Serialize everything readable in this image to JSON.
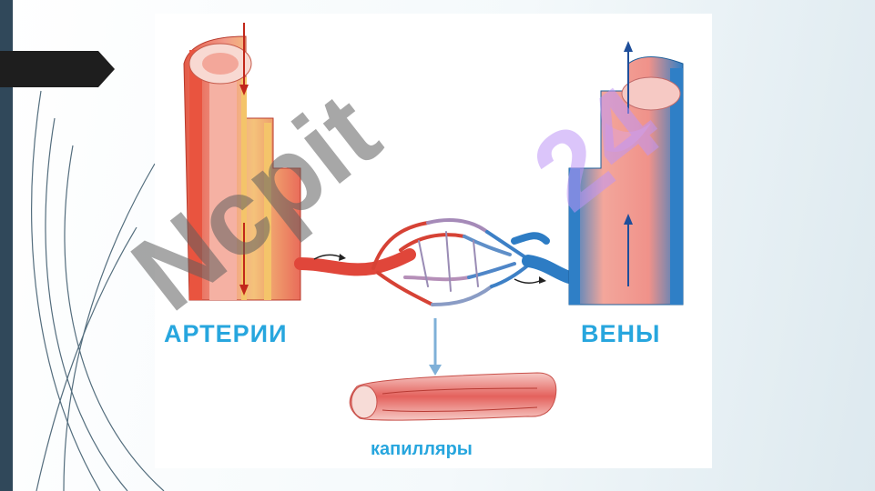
{
  "labels": {
    "arteries": "АРТЕРИИ",
    "veins": "ВЕНЫ",
    "capillaries": "капилляры"
  },
  "watermark": {
    "gray_text": "Ncpit",
    "purple_text": "24"
  },
  "colors": {
    "label": "#27a6de",
    "artery_red": "#d94a3a",
    "vein_blue": "#2e7fc4",
    "tissue_pink": "#f2a7a0",
    "left_bar": "#30485a"
  },
  "icons": [
    "artery-icon",
    "vein-icon",
    "capillary-network-icon",
    "capillary-vessel-icon",
    "flow-arrow-icon"
  ]
}
